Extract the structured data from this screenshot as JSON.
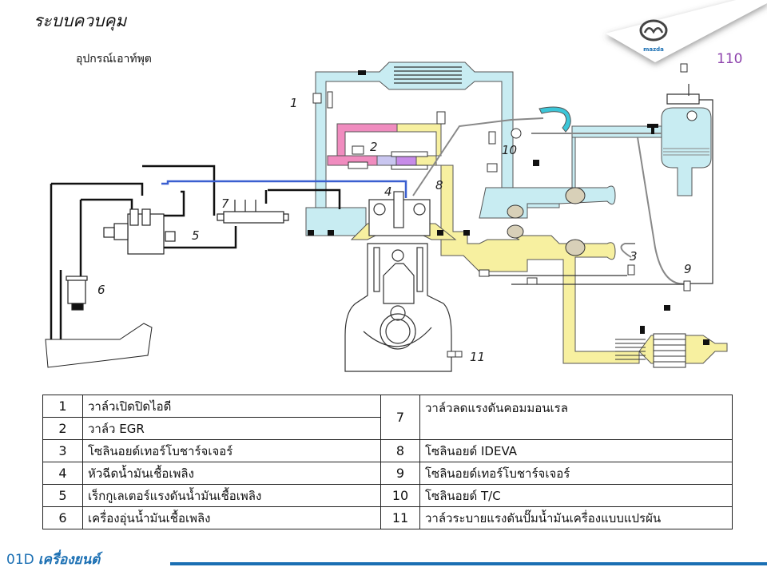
{
  "header": {
    "title": "ระบบควบคุม",
    "subtitle": "อุปกรณ์เอาท์พุต",
    "page_number": "110",
    "logo_text": "mazda",
    "brand_color": "#1a6fb3",
    "page_number_color": "#8e44ad"
  },
  "diagram": {
    "callouts": [
      "1",
      "2",
      "3",
      "4",
      "5",
      "6",
      "7",
      "8",
      "9",
      "10",
      "11"
    ],
    "colors": {
      "intake": "#c8ecf2",
      "exhaust": "#f7f0a0",
      "egr": "#f08cbf",
      "fuel_line": "#111111",
      "vacuum_line": "#3a5fd0",
      "control_line": "#888888"
    }
  },
  "legend": {
    "rows": [
      {
        "left_num": "1",
        "left_text": "วาล์วเปิดปิดไอดี",
        "right_num": "7",
        "right_text": "วาล์วลดแรงดันคอมมอนเรล"
      },
      {
        "left_num": "2",
        "left_text": "วาล์ว EGR"
      },
      {
        "left_num": "3",
        "left_text": "โซลินอยด์เทอร์โบชาร์จเจอร์",
        "right_num": "8",
        "right_text": "โซลินอยด์ IDEVA"
      },
      {
        "left_num": "4",
        "left_text": "หัวฉีดน้ำมันเชื้อเพลิง",
        "right_num": "9",
        "right_text": "โซลินอยด์เทอร์โบชาร์จเจอร์"
      },
      {
        "left_num": "5",
        "left_text": "เร็กกูเลเตอร์แรงดันน้ำมันเชื้อเพลิง",
        "right_num": "10",
        "right_text": "โซลินอยด์ T/C"
      },
      {
        "left_num": "6",
        "left_text": "เครื่องอุ่นน้ำมันเชื้อเพลิง",
        "right_num": "11",
        "right_text": "วาล์วระบายแรงดันปั๊มน้ำมันเครื่องแบบแปรผัน"
      }
    ]
  },
  "footer": {
    "code": "01D",
    "section": "เครื่องยนต์"
  }
}
